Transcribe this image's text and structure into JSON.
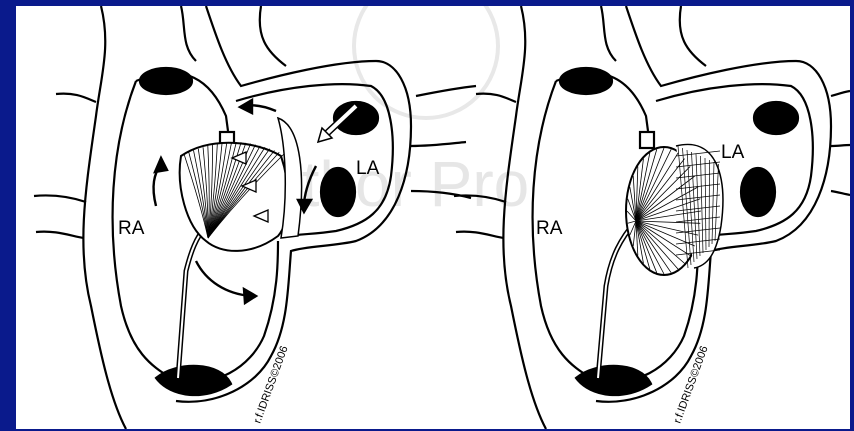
{
  "colors": {
    "background": "#0a1a8c",
    "panel": "#ffffff",
    "ink": "#000000",
    "watermark": "#e6e6e6"
  },
  "left_figure": {
    "label_ra": "RA",
    "label_la": "LA",
    "signature": "r.f.IDRISS©2006"
  },
  "right_figure": {
    "label_ra": "RA",
    "label_la": "LA",
    "signature": "r.f.IDRISS©2006"
  },
  "watermark": {
    "text": "uthor Pro"
  }
}
